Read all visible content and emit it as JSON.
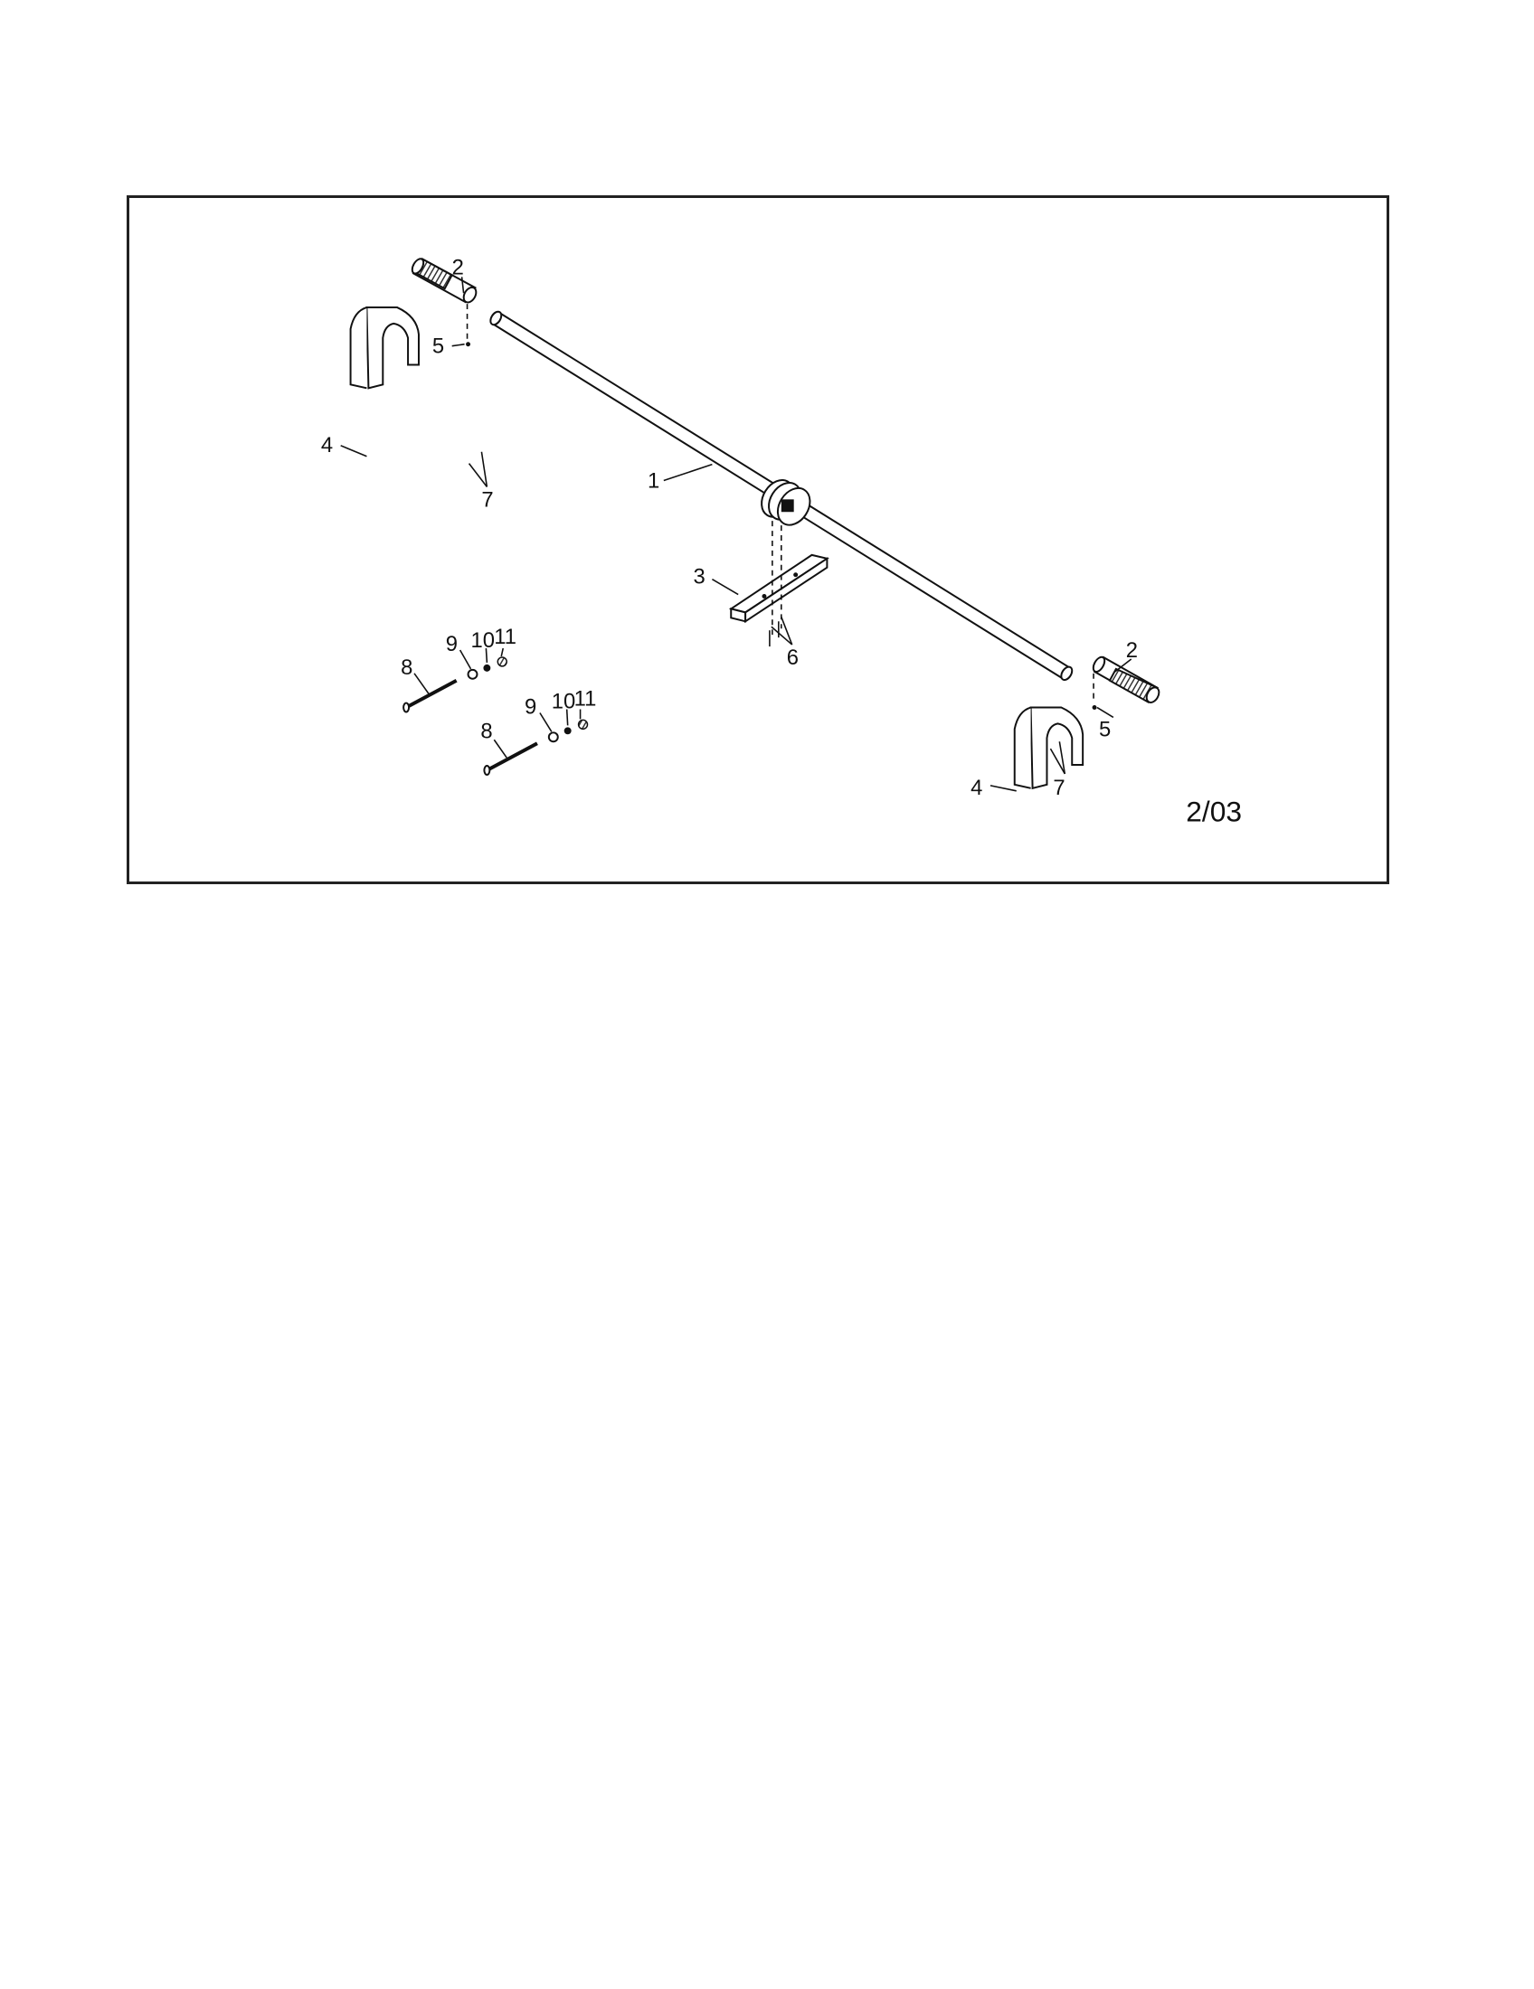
{
  "diagram": {
    "callouts": {
      "bar": "1",
      "end_sleeve": "2",
      "center_plate": "3",
      "saddle_bracket": "4",
      "set_screw": "5",
      "plate_screw": "6",
      "bracket_screw": "7",
      "bolt": "8",
      "washer": "9",
      "lock_washer": "10",
      "nut": "11"
    },
    "revision_date": "2/03"
  },
  "colors": {
    "line": "#111111",
    "background": "#ffffff",
    "hatch": "#333333"
  }
}
